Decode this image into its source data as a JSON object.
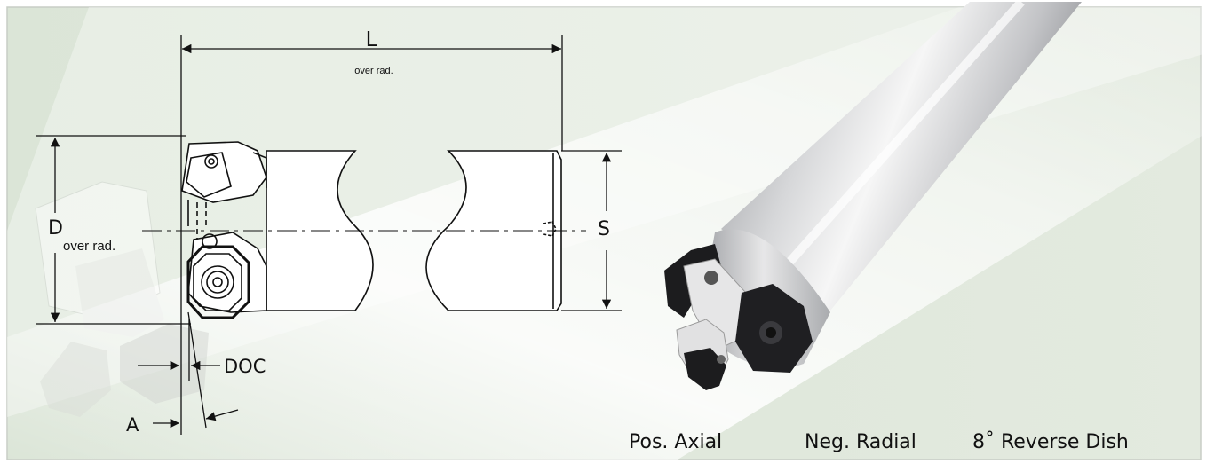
{
  "dimensions": {
    "L": {
      "letter": "L",
      "note": "over rad."
    },
    "D": {
      "letter": "D",
      "note": "over rad."
    },
    "S": {
      "letter": "S"
    },
    "DOC": {
      "letter": "DOC"
    },
    "A": {
      "letter": "A"
    }
  },
  "features": [
    {
      "label": "Pos. Axial"
    },
    {
      "label": "Neg. Radial"
    },
    {
      "label": "8˚ Reverse Dish"
    }
  ],
  "colors": {
    "background_green": "#dde7da",
    "frame": "#c8cdc6",
    "line": "#111111",
    "steel_light": "#f2f2f2",
    "steel_mid": "#c9c9cb",
    "steel_dark": "#8f9094",
    "insert_dark": "#1c1c1e"
  }
}
